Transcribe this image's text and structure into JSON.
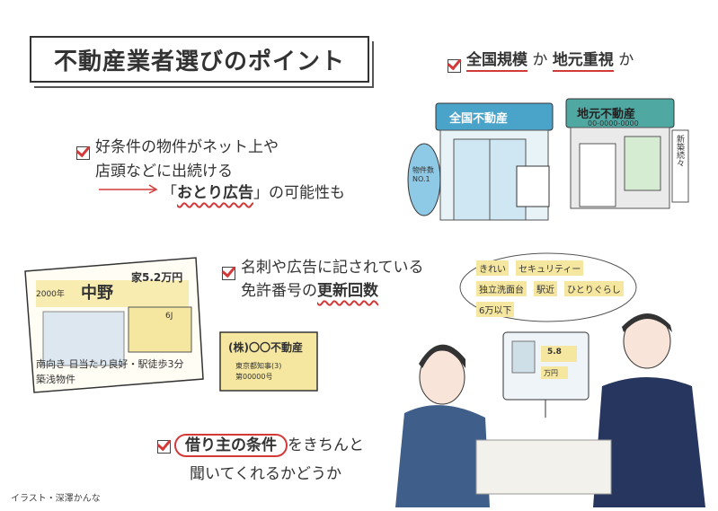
{
  "title": "不動産業者選びのポイント",
  "point1": {
    "line1": "好条件の物件がネット上や",
    "line2": "店頭などに出続ける",
    "line3_pre": "「",
    "line3_emph": "おとり広告",
    "line3_post": "」の可能性も"
  },
  "point2": {
    "emph1": "全国規模",
    "mid": " か ",
    "emph2": "地元重視",
    "end": " か"
  },
  "point3": {
    "line1": "名刺や広告に記されている",
    "line2_pre": "免許番号の",
    "line2_emph": "更新回数"
  },
  "point4": {
    "emph": "借り主の条件",
    "post": "をきちんと",
    "line2": "聞いてくれるかどうか"
  },
  "illustrations": {
    "store_national": "全国不動産",
    "store_local": "地元不動産",
    "store_local_phone": "00-0000-0000",
    "mascot_sign": "物件数NO.1",
    "banner": "新築続々",
    "flyer_area": "中野",
    "flyer_price": "家5.2万円",
    "flyer_year": "2000年",
    "flyer_desc1": "南向き 日当たり良好・駅徒歩3分",
    "flyer_desc2": "築浅物件",
    "flyer_layout": "6J",
    "card_company": "(株)〇〇不動産",
    "card_license1": "東京都知事(3)",
    "card_license2": "第00000号",
    "bubble_items": [
      "きれい",
      "セキュリティー",
      "独立洗面台",
      "駅近",
      "ひとりぐらし",
      "6万以下"
    ],
    "monitor_price": "5.8",
    "monitor_unit": "万円"
  },
  "credit": "イラスト・深澤かんな"
}
